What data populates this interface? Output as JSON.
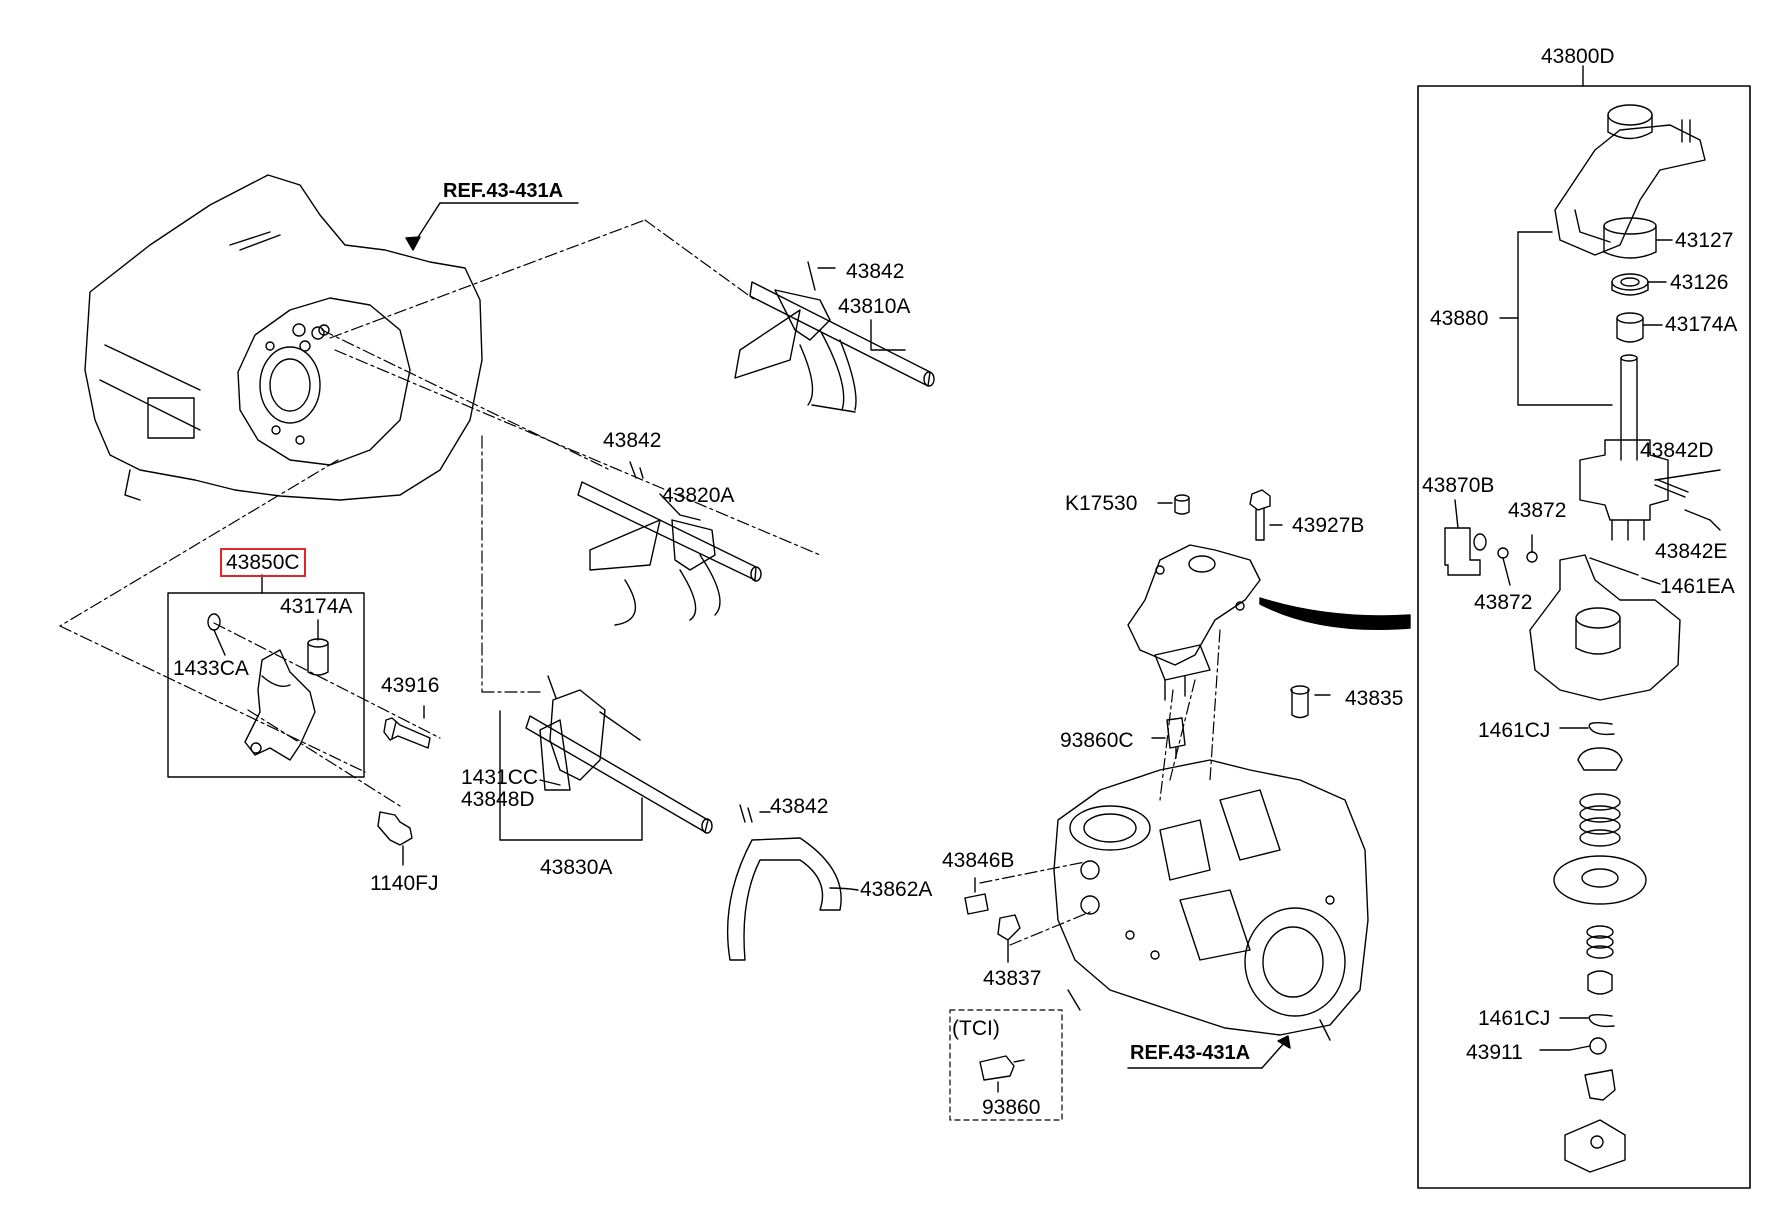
{
  "colors": {
    "line": "#000000",
    "highlight": "#e0262b",
    "background": "#ffffff"
  },
  "refs": {
    "top": "REF.43-431A",
    "bottom": "REF.43-431A"
  },
  "labels": {
    "p43800D": "43800D",
    "p43127": "43127",
    "p43126": "43126",
    "p43880": "43880",
    "p43174A_r": "43174A",
    "p43842D": "43842D",
    "p43870B": "43870B",
    "p43872_a": "43872",
    "p43842E": "43842E",
    "p43872_b": "43872",
    "p1461EA": "1461EA",
    "p1461CJ_a": "1461CJ",
    "p1461CJ_b": "1461CJ",
    "p43911": "43911",
    "p43842_1": "43842",
    "p43810A": "43810A",
    "p43842_2": "43842",
    "p43820A": "43820A",
    "p43850C": "43850C",
    "p43174A_l": "43174A",
    "p1433CA": "1433CA",
    "p43916": "43916",
    "p1140FJ": "1140FJ",
    "p1431CC": "1431CC",
    "p43848D": "43848D",
    "p43830A": "43830A",
    "p43842_3": "43842",
    "p43862A": "43862A",
    "pK17530": "K17530",
    "p43927B": "43927B",
    "p93860C": "93860C",
    "p43835": "43835",
    "p43846B": "43846B",
    "p43837": "43837",
    "tci": "(TCI)",
    "p93860": "93860"
  }
}
